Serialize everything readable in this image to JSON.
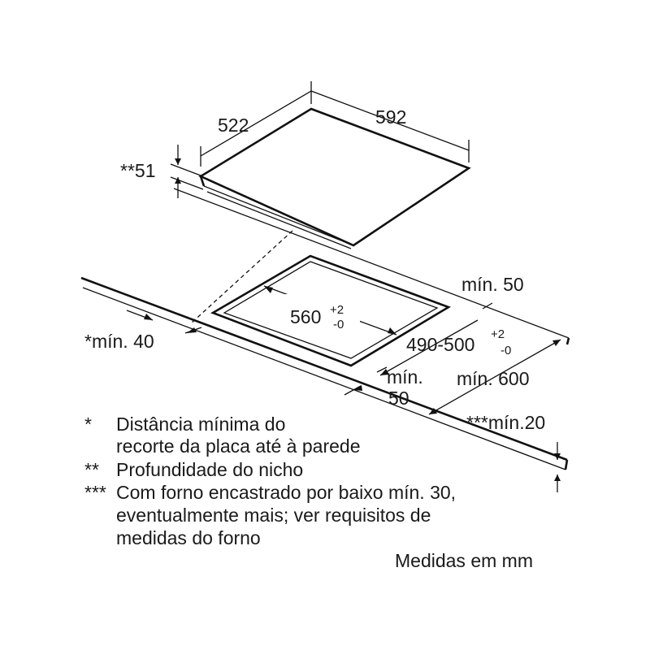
{
  "dimensions": {
    "hob_depth": "522",
    "hob_width": "592",
    "niche_depth": "**51",
    "cutout_width": "560",
    "cutout_width_tol_plus": "+2",
    "cutout_width_tol_minus": "-0",
    "cutout_depth": "490-500",
    "cutout_depth_tol_plus": "+2",
    "cutout_depth_tol_minus": "-0",
    "min_back": "mín. 50",
    "min_wall": "*mín. 40",
    "min_front_line1": "mín.",
    "min_front_line2": "50",
    "min_worktop": "mín. 600",
    "min_oven": "***mín.20"
  },
  "legend": [
    {
      "marker": "*",
      "lines": [
        "Distância mínima do",
        "recorte da placa até à parede"
      ]
    },
    {
      "marker": "**",
      "lines": [
        "Profundidade do nicho"
      ]
    },
    {
      "marker": "***",
      "lines": [
        "Com forno encastrado por baixo mín. 30,",
        "eventualmente mais; ver requisitos de",
        "medidas do forno"
      ]
    }
  ],
  "units_note": "Medidas em mm"
}
